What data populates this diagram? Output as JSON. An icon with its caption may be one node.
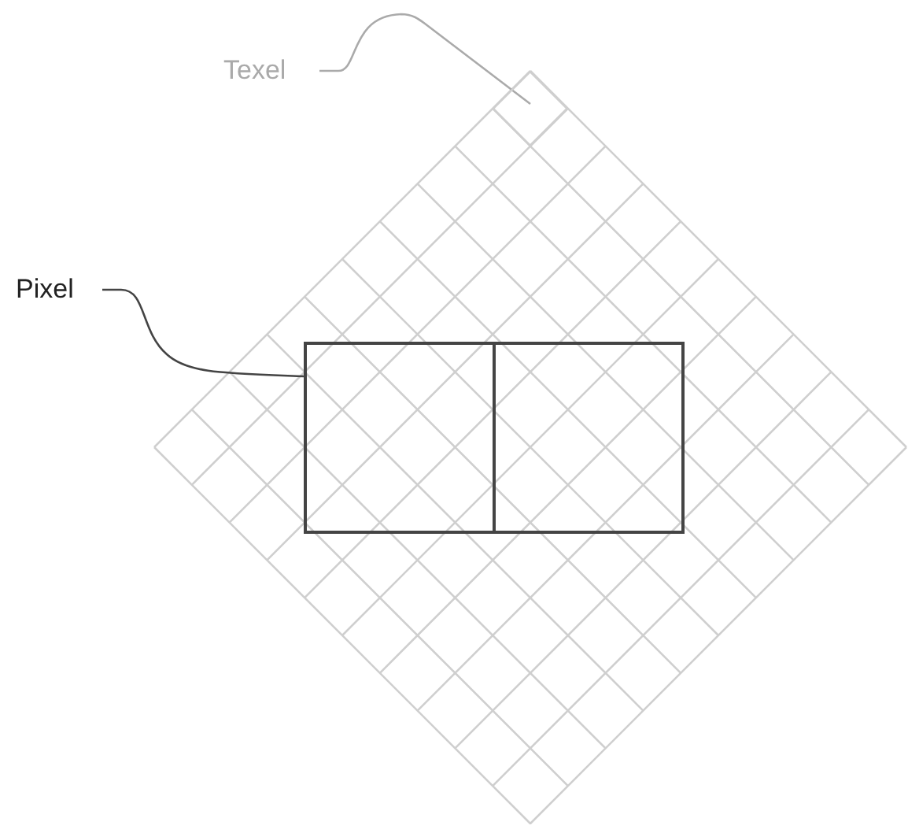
{
  "diagram": {
    "nodes": [
      {
        "text": [
          "Texel"
        ]
      },
      {
        "text": [],
        "shape": "diamond"
      },
      {
        "text": [
          "Pixel"
        ]
      },
      {
        "text": [],
        "shape": "box"
      },
      {
        "text": [],
        "shape": "box"
      }
    ],
    "edges": [
      {
        "from": 0,
        "to": 1,
        "arrow": "none",
        "color": "#aaaaaa"
      },
      {
        "from": 2,
        "to": 3,
        "arrow": "none",
        "color": "#444444"
      }
    ]
  }
}
